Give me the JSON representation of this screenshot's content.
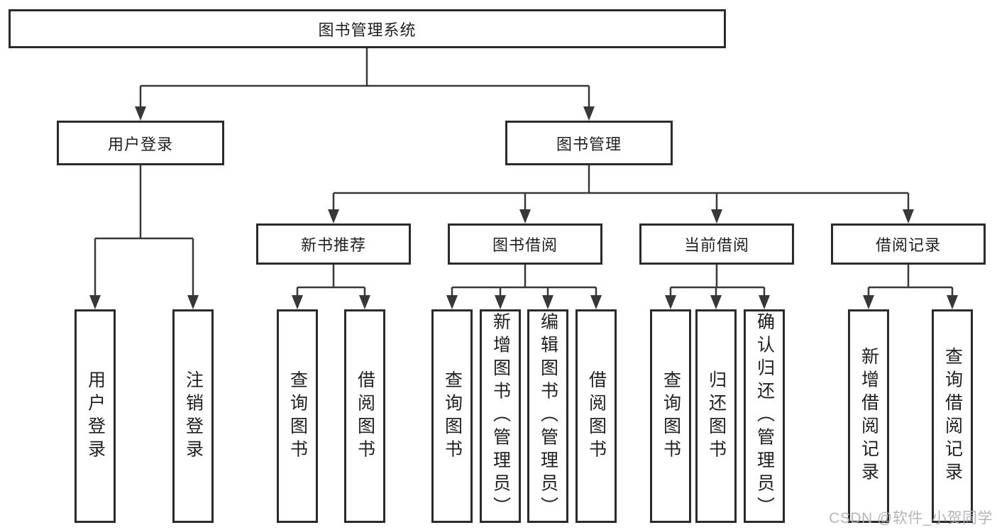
{
  "diagram": {
    "type": "hierarchy",
    "root": {
      "label": "图书管理系统",
      "children": [
        {
          "label": "用户登录",
          "children": [
            {
              "label": "用户登录"
            },
            {
              "label": "注销登录"
            }
          ]
        },
        {
          "label": "图书管理",
          "children": [
            {
              "label": "新书推荐",
              "children": [
                {
                  "label": "查询图书"
                },
                {
                  "label": "借阅图书"
                }
              ]
            },
            {
              "label": "图书借阅",
              "children": [
                {
                  "label": "查询图书"
                },
                {
                  "label": "新增图书（管理员）"
                },
                {
                  "label": "编辑图书（管理员）"
                },
                {
                  "label": "借阅图书"
                }
              ]
            },
            {
              "label": "当前借阅",
              "children": [
                {
                  "label": "查询图书"
                },
                {
                  "label": "归还图书"
                },
                {
                  "label": "确认归还（管理员）"
                }
              ]
            },
            {
              "label": "借阅记录",
              "children": [
                {
                  "label": "新增借阅记录"
                },
                {
                  "label": "查询借阅记录"
                }
              ]
            }
          ]
        }
      ]
    }
  },
  "watermark": {
    "text": "CSDN @软件_小贺同学"
  },
  "colors": {
    "background": "#ffffff",
    "box_fill": "#ffffff",
    "box_border": "#2b2b2b",
    "line": "#383838",
    "text": "#1f1f1f",
    "watermark": "#acafb5"
  }
}
